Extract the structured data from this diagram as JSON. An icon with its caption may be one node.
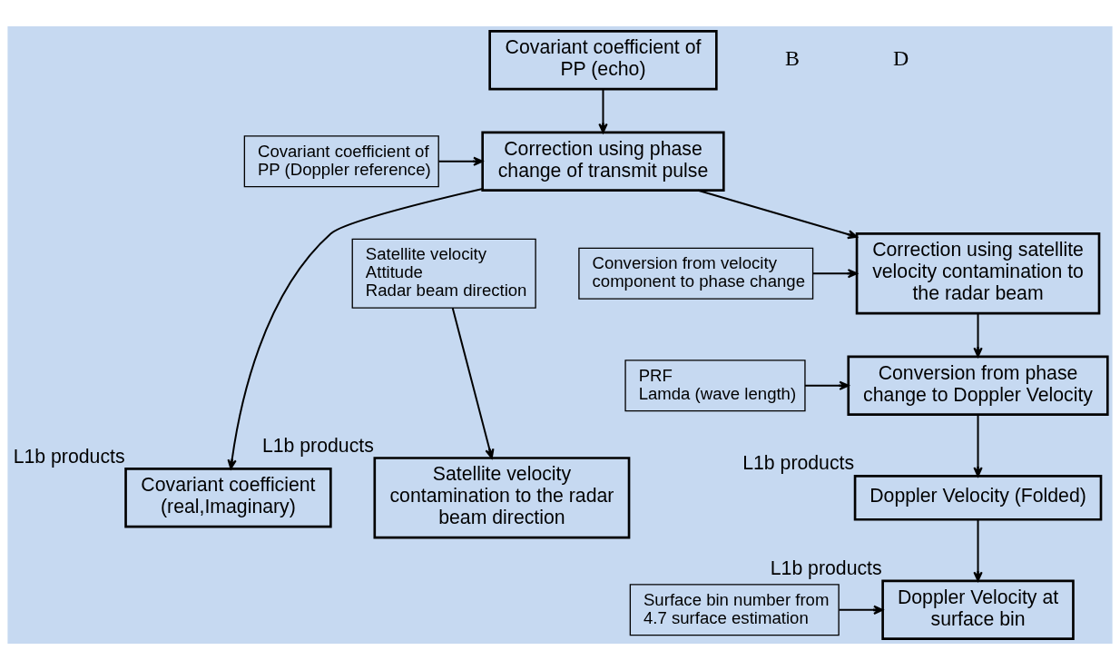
{
  "diagram": {
    "nodes": [
      {
        "text": [
          "Covariant coefficient of PP (echo)"
        ]
      },
      {
        "text": [
          "Covariant coefficient of PP (Doppler reference)"
        ]
      },
      {
        "text": [
          "Correction using phase change of transmit pulse"
        ]
      },
      {
        "text": [
          "Satellite velocity",
          "Attitude",
          "Radar beam direction"
        ]
      },
      {
        "text": [
          "Conversion from velocity component to phase change"
        ]
      },
      {
        "text": [
          "Correction using satellite velocity contamination to the radar beam"
        ]
      },
      {
        "text": [
          "PRF",
          "Lamda (wave length)"
        ]
      },
      {
        "text": [
          "Conversion from phase change to Doppler Velocity"
        ]
      },
      {
        "text": [
          "Satellite velocity contamination to the radar beam direction"
        ],
        "beside": [
          "L1b products"
        ]
      },
      {
        "text": [
          "Doppler Velocity (Folded)"
        ],
        "beside": [
          "L1b products"
        ]
      },
      {
        "text": [
          "Covariant coefficient (real,Imaginary)"
        ],
        "beside": [
          "L1b products"
        ]
      },
      {
        "text": [
          "Surface bin number from 4.7 surface estimation"
        ]
      },
      {
        "text": [
          "Doppler Velocity at surface bin"
        ],
        "beside": [
          "L1b products"
        ]
      }
    ],
    "edges": [
      {
        "from": 0,
        "to": 2,
        "arrow": "to"
      },
      {
        "from": 1,
        "to": 2,
        "arrow": "to"
      },
      {
        "from": 2,
        "to": 5,
        "arrow": "to"
      },
      {
        "from": 2,
        "to": 10,
        "arrow": "to"
      },
      {
        "from": 4,
        "to": 5,
        "arrow": "to"
      },
      {
        "from": 3,
        "to": 8,
        "arrow": "to"
      },
      {
        "from": 5,
        "to": 7,
        "arrow": "to"
      },
      {
        "from": 6,
        "to": 7,
        "arrow": "to"
      },
      {
        "from": 7,
        "to": 9,
        "arrow": "to"
      },
      {
        "from": 9,
        "to": 12,
        "arrow": "to"
      },
      {
        "from": 11,
        "to": 12,
        "arrow": "to"
      }
    ],
    "labels": [
      "B",
      "D"
    ]
  }
}
